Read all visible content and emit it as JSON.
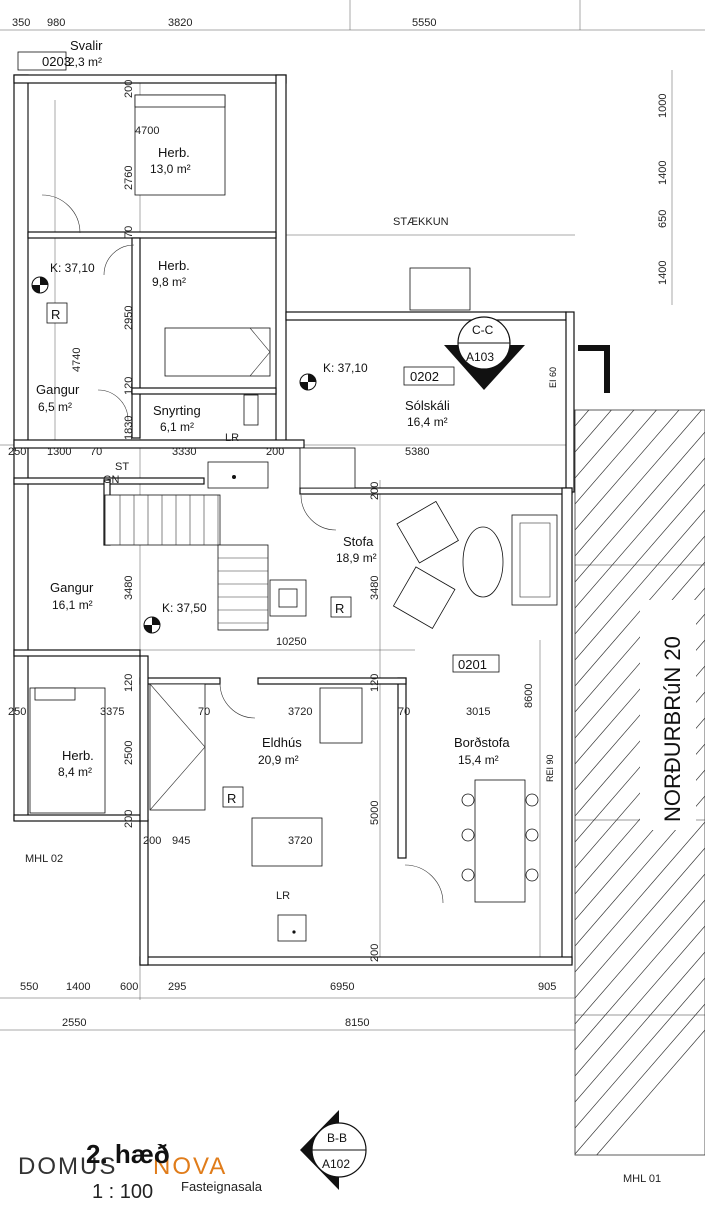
{
  "rooms": {
    "svalir": {
      "id": "0203",
      "name": "Svalir",
      "area": "2,3 m²"
    },
    "herb1": {
      "name": "Herb.",
      "area": "13,0 m²"
    },
    "herb2": {
      "name": "Herb.",
      "area": "9,8 m²"
    },
    "gangur1": {
      "name": "Gangur",
      "area": "6,5 m²"
    },
    "snyrting": {
      "name": "Snyrting",
      "area": "6,1 m²"
    },
    "solskali": {
      "id": "0202",
      "name": "Sólskáli",
      "area": "16,4 m²"
    },
    "stofa": {
      "name": "Stofa",
      "area": "18,9 m²"
    },
    "gangur2": {
      "name": "Gangur",
      "area": "16,1 m²"
    },
    "herb3": {
      "name": "Herb.",
      "area": "8,4 m²"
    },
    "eldhus": {
      "name": "Eldhús",
      "area": "20,9 m²"
    },
    "bordstofa": {
      "id": "0201",
      "name": "Borðstofa",
      "area": "15,4 m²"
    }
  },
  "levels": {
    "k1": "K: 37,10",
    "k2": "K: 37,10",
    "k3": "K: 37,50"
  },
  "labels": {
    "r1": "R",
    "r2": "R",
    "r3": "R",
    "lr1": "LR",
    "lr2": "LR",
    "st": "ST",
    "gn": "GN",
    "ei60": "EI 60",
    "rei90": "REI 90",
    "staekkun": "STÆKKUN",
    "street": "NORÐURBRúN 20",
    "mhl02": "MHL 02",
    "mhl01": "MHL 01"
  },
  "sections": {
    "cc": {
      "name": "C-C",
      "ref": "A103"
    },
    "bb": {
      "name": "B-B",
      "ref": "A102"
    }
  },
  "dims": {
    "top": [
      "350",
      "980",
      "3820",
      "5550"
    ],
    "right": [
      "1000",
      "1400",
      "650",
      "1400"
    ],
    "mid_h": [
      "250",
      "1300",
      "70",
      "3330",
      "200",
      "5380"
    ],
    "bottom1": [
      "550",
      "1400",
      "600",
      "295",
      "6950",
      "905"
    ],
    "bottom2": [
      "2550",
      "8150"
    ],
    "misc": {
      "d4700": "4700",
      "d2760": "2760",
      "d200a": "200",
      "d70a": "70",
      "d2950": "2950",
      "d120a": "120",
      "d4740": "4740",
      "d1830": "1830",
      "d200b": "200",
      "d3480a": "3480",
      "d3480b": "3480",
      "d10250": "10250",
      "d250b": "250",
      "d3375": "3375",
      "d70b": "70",
      "d3720a": "3720",
      "d70c": "70",
      "d3015": "3015",
      "d8600": "8600",
      "d120b": "120",
      "d120c": "120",
      "d2500": "2500",
      "d200c": "200",
      "d200d": "200",
      "d945": "945",
      "d3720b": "3720",
      "d5000": "5000",
      "d200e": "200"
    }
  },
  "title": {
    "floor": "2. hæð",
    "scale": "1 : 100"
  },
  "logo": {
    "part1": "DOMUS",
    "part2": "NOVA",
    "tagline": "Fasteignasala"
  }
}
